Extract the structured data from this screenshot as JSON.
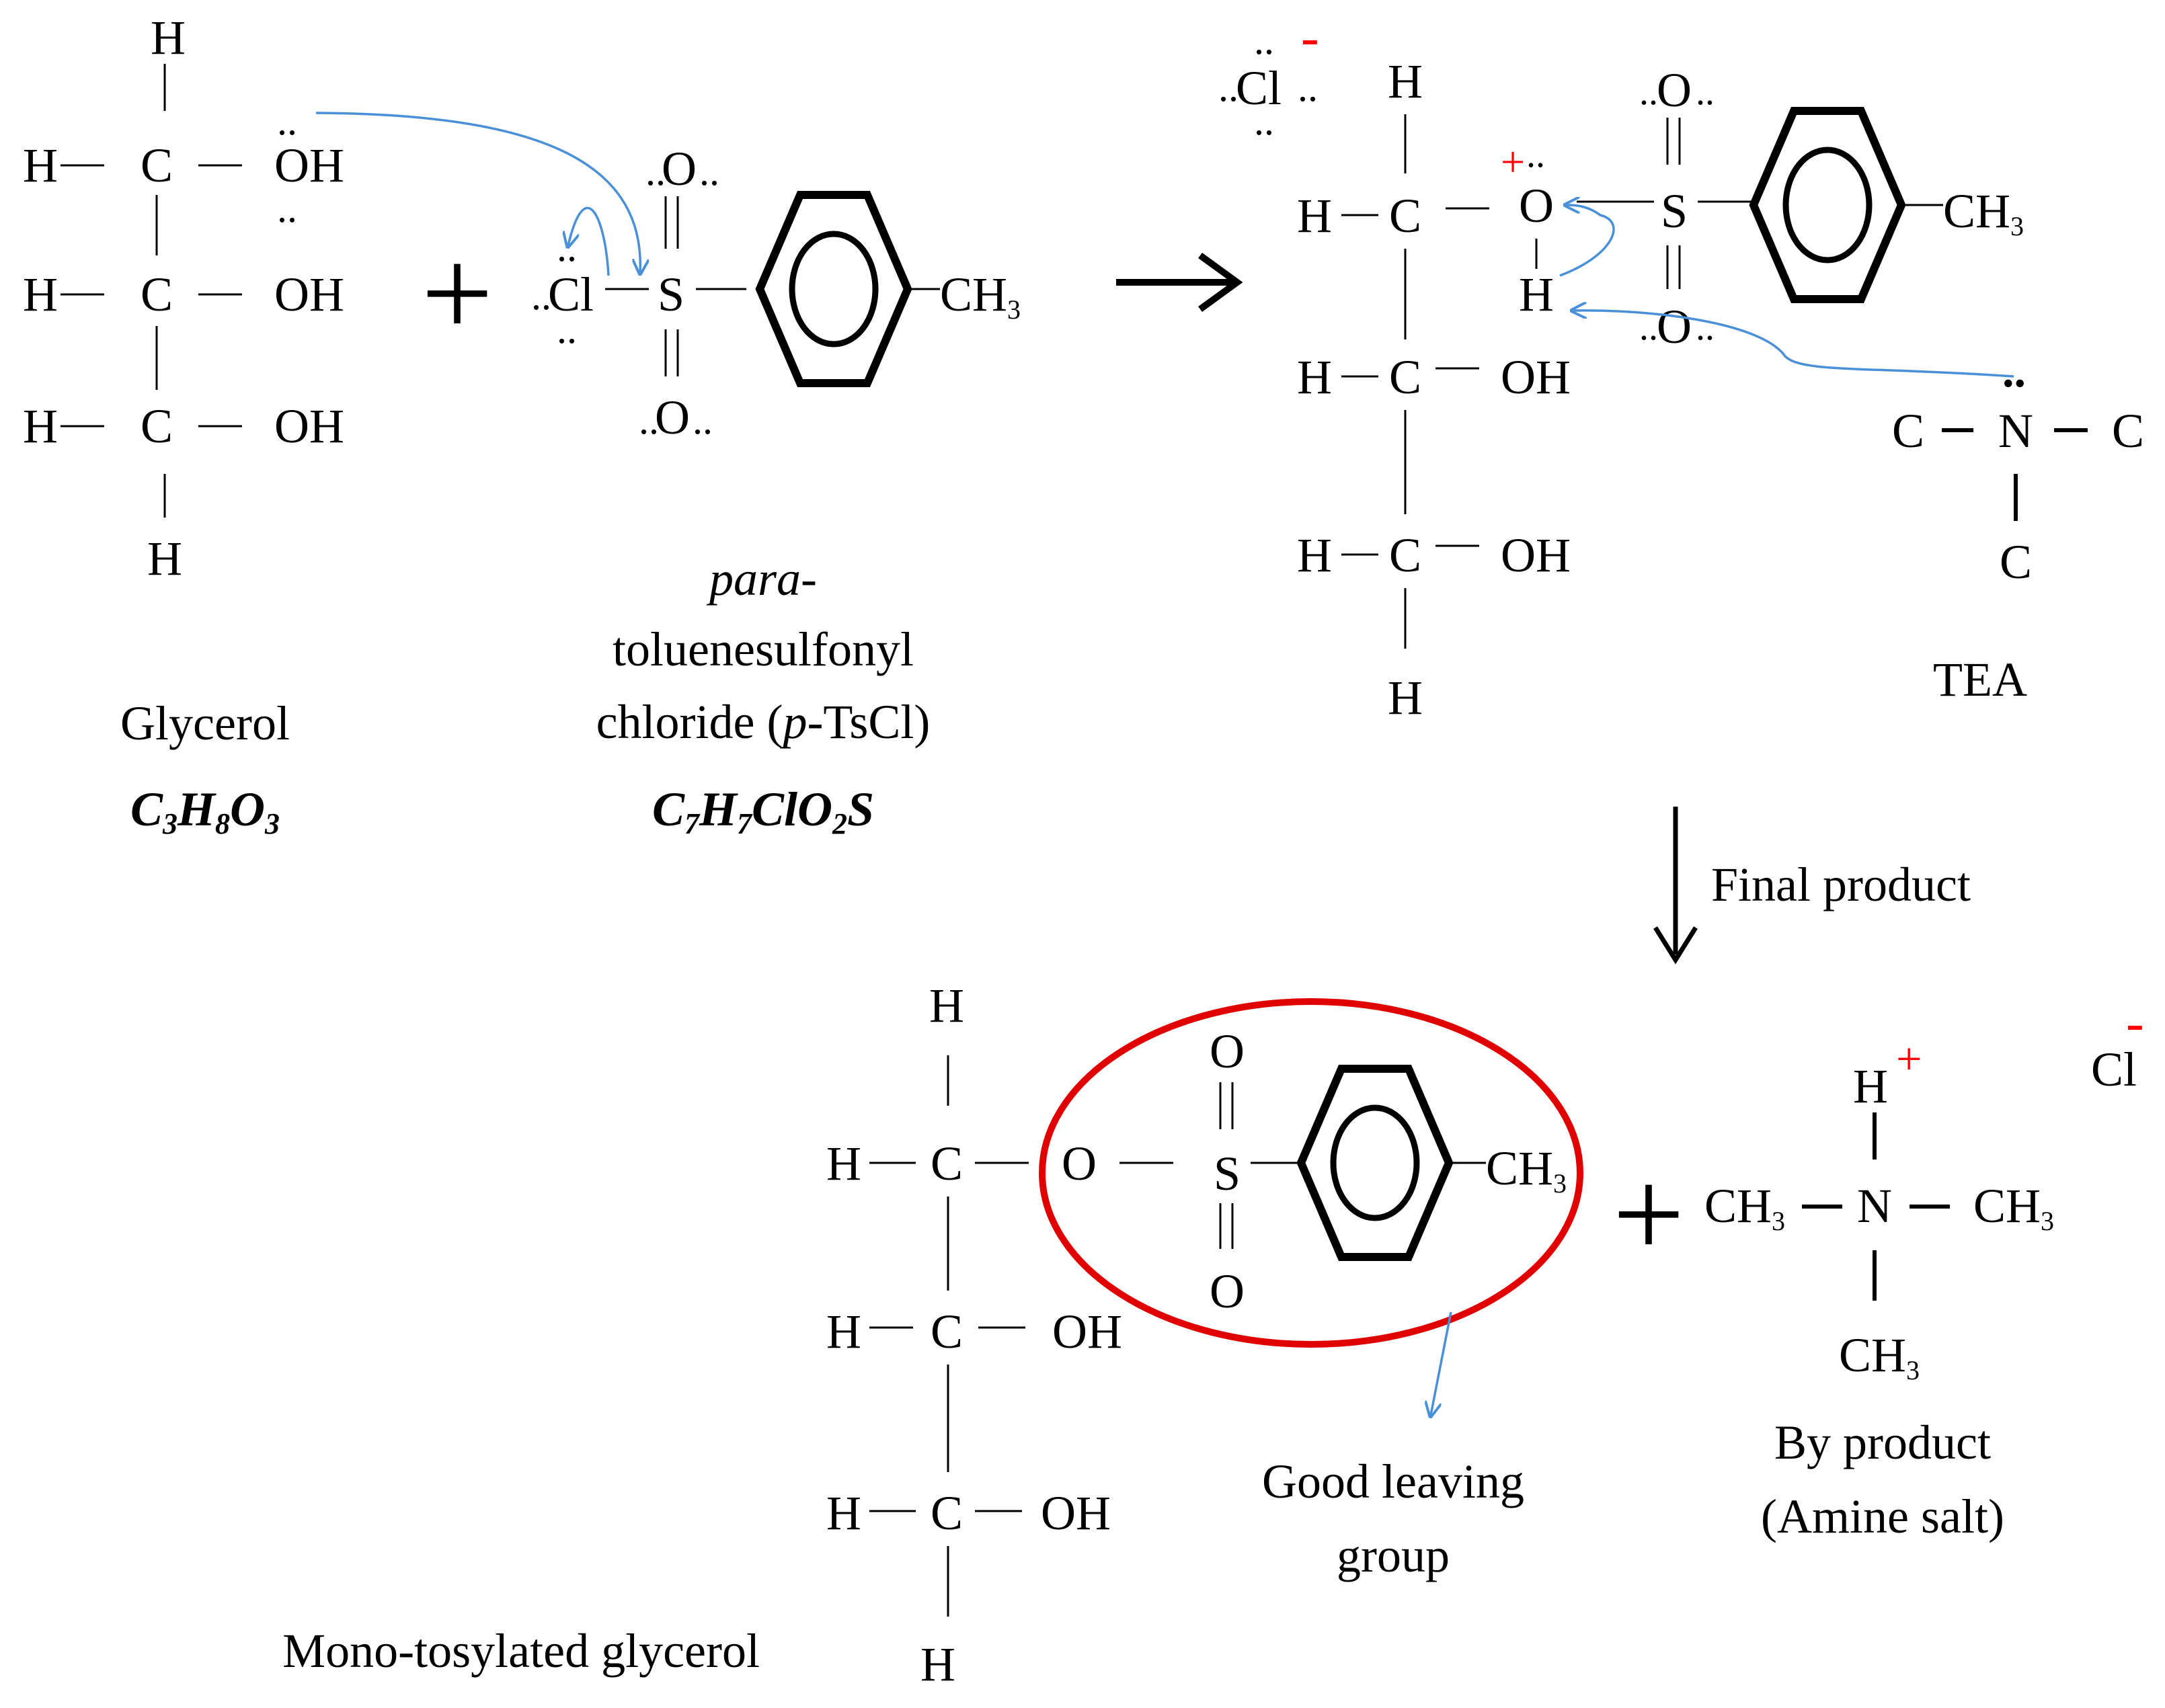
{
  "colors": {
    "ink": "#000000",
    "arrow_blue": "#4a90d9",
    "charge_red": "#ff0000",
    "highlight_red": "#e00000"
  },
  "atoms": {
    "H": "H",
    "C": "C",
    "OH": "OH",
    "O": "O",
    "S": "S",
    "N": "N",
    "Cl": "Cl",
    "CH": "CH",
    "sub3": "3"
  },
  "charges": {
    "plus": "+",
    "minus": "-"
  },
  "lone_pair": "..",
  "operators": {
    "plus": "+"
  },
  "glycerol": {
    "name": "Glycerol",
    "formula_parts": [
      "C",
      "3",
      "H",
      "8",
      "O",
      "3"
    ]
  },
  "tscl": {
    "name_italic": "para",
    "name_rest": "-",
    "name_line2": "toluenesulfonyl",
    "name_line3_a": "chloride (",
    "name_line3_b": "p",
    "name_line3_c": "-TsCl)",
    "formula_parts": [
      "C",
      "7",
      "H",
      "7",
      "ClO",
      "2",
      "S"
    ]
  },
  "tea": {
    "name": "TEA"
  },
  "step_label": "Final product",
  "leaving_group": {
    "line1": "Good leaving",
    "line2": "group"
  },
  "byproduct": {
    "line1": "By product",
    "line2": "(Amine salt)"
  },
  "product": {
    "name": "Mono-tosylated  glycerol"
  }
}
